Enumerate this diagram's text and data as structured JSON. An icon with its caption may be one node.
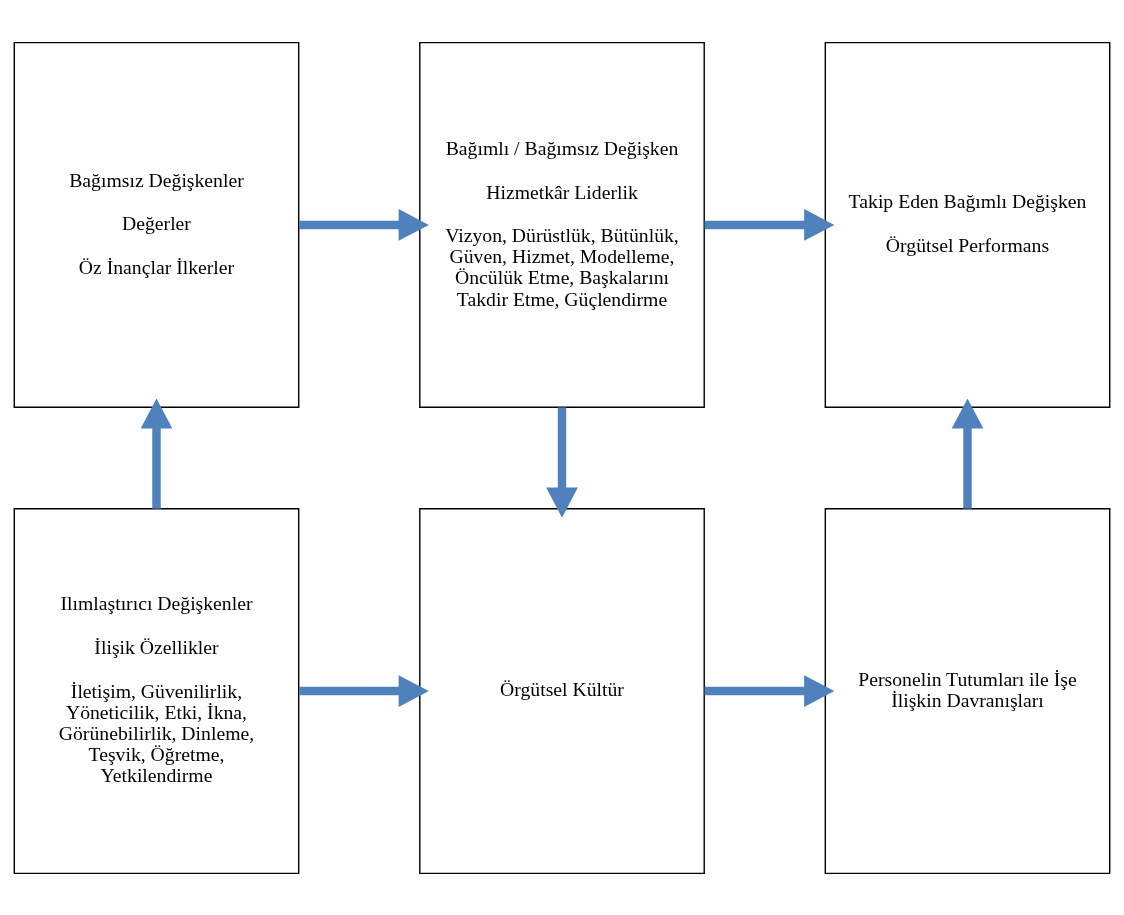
{
  "diagram": {
    "nodes": [
      {
        "text": [
          "Bağımsız Değişkenler",
          "Değerler",
          "Öz İnançlar İlkerler"
        ]
      },
      {
        "text": [
          "Bağımlı / Bağımsız Değişken",
          "Hizmetkâr Liderlik",
          "Vizyon, Dürüstlük, Bütünlük, Güven, Hizmet, Modelleme, Öncülük Etme, Başkalarını Takdir Etme, Güçlendirme"
        ]
      },
      {
        "text": [
          "Takip Eden Bağımlı Değişken",
          "Örgütsel Performans"
        ]
      },
      {
        "text": [
          "Ilımlaştırıcı Değişkenler",
          "İlişik Özellikler",
          "İletişim, Güvenilirlik, Yöneticilik, Etki, İkna, Görünebilirlik, Dinleme, Teşvik, Öğretme, Yetkilendirme"
        ]
      },
      {
        "text": [
          "Örgütsel Kültür"
        ]
      },
      {
        "text": [
          "Personelin Tutumları ile İşe İlişkin Davranışları"
        ]
      }
    ],
    "edges": [
      {
        "from": 0,
        "to": 1,
        "arrow": "to"
      },
      {
        "from": 1,
        "to": 2,
        "arrow": "to"
      },
      {
        "from": 3,
        "to": 0,
        "arrow": "to"
      },
      {
        "from": 1,
        "to": 4,
        "arrow": "to"
      },
      {
        "from": 3,
        "to": 4,
        "arrow": "to"
      },
      {
        "from": 4,
        "to": 5,
        "arrow": "to"
      },
      {
        "from": 5,
        "to": 2,
        "arrow": "to"
      }
    ]
  }
}
